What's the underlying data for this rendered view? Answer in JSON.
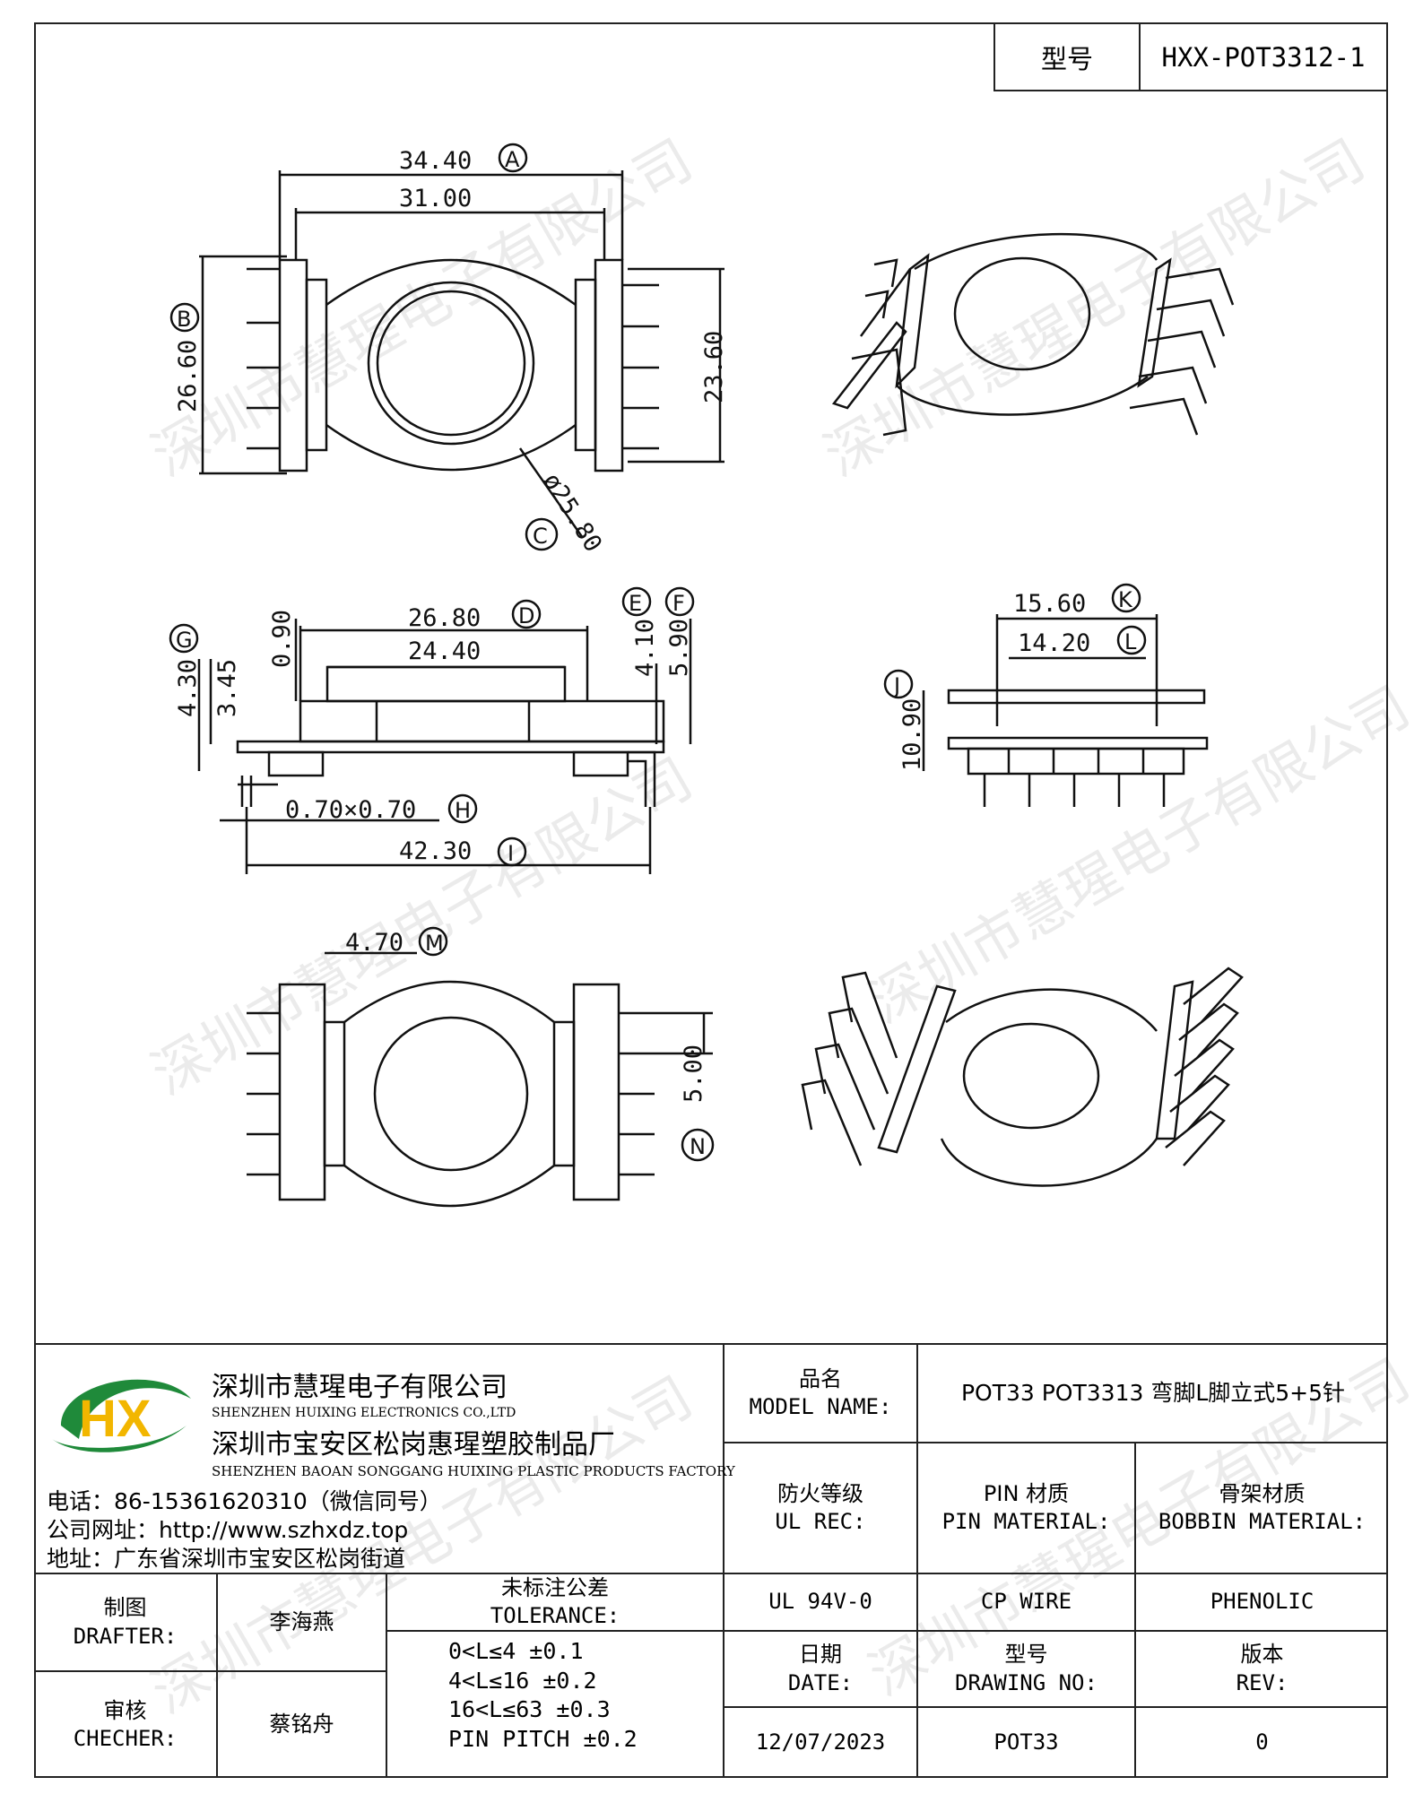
{
  "header": {
    "label": "型号",
    "value": "HXX-POT3312-1"
  },
  "dimensions": {
    "A": "34.40",
    "A_mark": "A",
    "A2": "31.00",
    "B": "26.60",
    "B_mark": "B",
    "h_right": "23.60",
    "C": "ø25.80",
    "C_mark": "C",
    "D": "26.80",
    "D_mark": "D",
    "D2": "24.40",
    "top_small": "0.90",
    "E": "4.10",
    "E_mark": "E",
    "F": "5.90",
    "F_mark": "F",
    "G": "4.30",
    "G_mark": "G",
    "G2": "3.45",
    "H": "0.70×0.70",
    "H_mark": "H",
    "I": "42.30",
    "I_mark": "I",
    "K": "15.60",
    "K_mark": "K",
    "L": "14.20",
    "L_mark": "L",
    "J": "10.90",
    "J_mark": "J",
    "M": "4.70",
    "M_mark": "M",
    "N": "5.00",
    "N_mark": "N"
  },
  "watermark": "深圳市慧瑆电子有限公司",
  "company": {
    "logo_text": "HX",
    "name_cn": "深圳市慧瑆电子有限公司",
    "name_en": "SHENZHEN HUIXING ELECTRONICS CO.,LTD",
    "factory_cn": "深圳市宝安区松岗惠瑆塑胶制品厂",
    "factory_en": "SHENZHEN BAOAN SONGGANG HUIXING PLASTIC PRODUCTS FACTORY",
    "phone": "电话：86-15361620310（微信同号）",
    "website": "公司网址：http://www.szhxdz.top",
    "address": "地址：广东省深圳市宝安区松岗街道"
  },
  "table": {
    "model_name_cn": "品名",
    "model_name_en": "MODEL NAME:",
    "model_value": "POT33 POT3313 弯脚L脚立式5+5针",
    "ul_cn": "防火等级",
    "ul_en": "UL REC:",
    "pin_cn": "PIN 材质",
    "pin_en": "PIN MATERIAL:",
    "bobbin_cn": "骨架材质",
    "bobbin_en": "BOBBIN MATERIAL:",
    "ul_value": "UL 94V-0",
    "pin_value": "CP WIRE",
    "bobbin_value": "PHENOLIC",
    "drafter_cn": "制图",
    "drafter_en": "DRAFTER:",
    "drafter_name": "李海燕",
    "checker_cn": "审核",
    "checker_en": "CHECHER:",
    "checker_name": "蔡铭舟",
    "tolerance_cn": "未标注公差",
    "tolerance_en": "TOLERANCE:",
    "tolerance_lines": [
      "0<L≤4   ±0.1",
      "4<L≤16  ±0.2",
      "16<L≤63 ±0.3",
      "PIN PITCH ±0.2"
    ],
    "date_cn": "日期",
    "date_en": "DATE:",
    "drawing_cn": "型号",
    "drawing_en": "DRAWING NO:",
    "rev_cn": "版本",
    "rev_en": "REV:",
    "date_value": "12/07/2023",
    "drawing_value": "POT33",
    "rev_value": "0"
  }
}
